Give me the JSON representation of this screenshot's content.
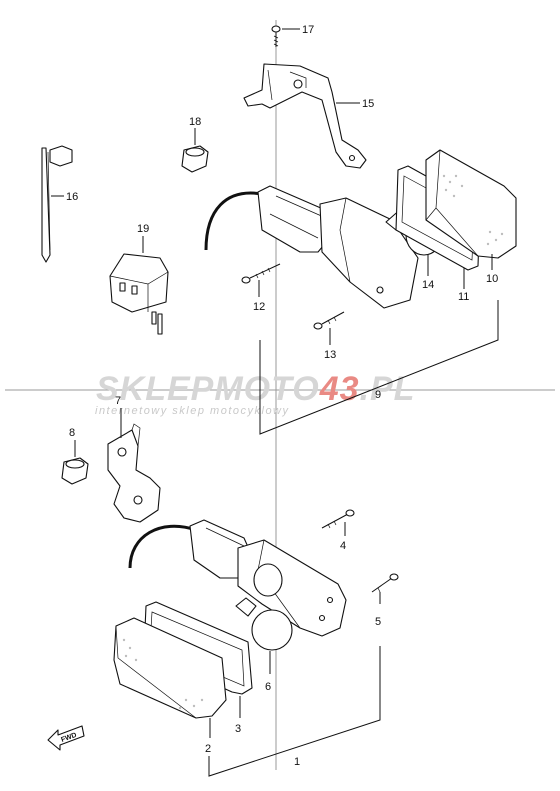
{
  "watermark": {
    "brand_prefix": "SKLEPMOTO",
    "brand_number": "43",
    "brand_suffix": ".PL",
    "tagline": "internetowy sklep motocyklowy",
    "colors": {
      "prefix": "#d6d6d6",
      "number": "#e98a84",
      "suffix": "#d6d6d6"
    }
  },
  "callouts": {
    "p1": "1",
    "p2": "2",
    "p3": "3",
    "p4": "4",
    "p5": "5",
    "p6": "6",
    "p7": "7",
    "p8": "8",
    "p9": "9",
    "p10": "10",
    "p11": "11",
    "p12": "12",
    "p13": "13",
    "p14": "14",
    "p15": "15",
    "p16": "16",
    "p17": "17",
    "p18": "18",
    "p19": "19"
  },
  "fwd_label": "FWD",
  "icons": {
    "direction": "fwd-arrow-icon"
  }
}
